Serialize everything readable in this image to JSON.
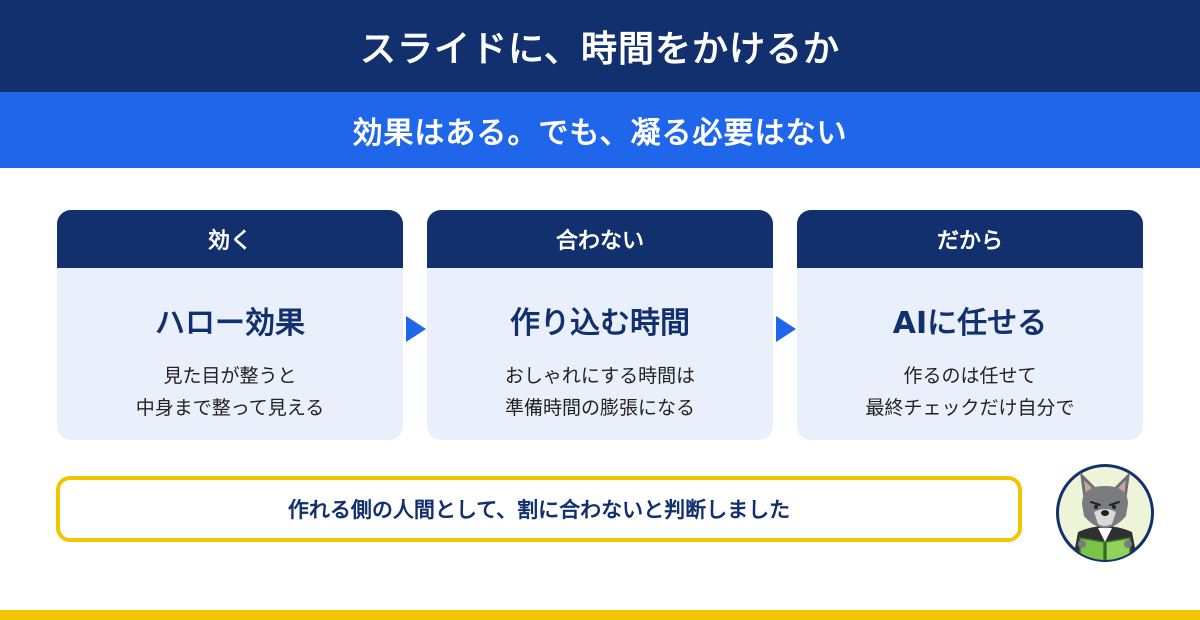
{
  "title": "スライドに、時間をかけるか",
  "subtitle": "効果はある。でも、凝る必要はない",
  "cards": [
    {
      "header": "効く",
      "heading": "ハロー効果",
      "lines": [
        "見た目が整うと",
        "中身まで整って見える"
      ]
    },
    {
      "header": "合わない",
      "heading": "作り込む時間",
      "lines": [
        "おしゃれにする時間は",
        "準備時間の膨張になる"
      ]
    },
    {
      "header": "だから",
      "heading": "AIに任せる",
      "lines": [
        "作るのは任せて",
        "最終チェックだけ自分で"
      ]
    }
  ],
  "conclusion": "作れる側の人間として、割に合わないと判断しました",
  "avatar_icon": "wolf-reading-book-icon",
  "colors": {
    "navy": "#12306e",
    "blue": "#1f66ea",
    "card_bg": "#eaf0fb",
    "accent_yellow": "#f5c400"
  }
}
